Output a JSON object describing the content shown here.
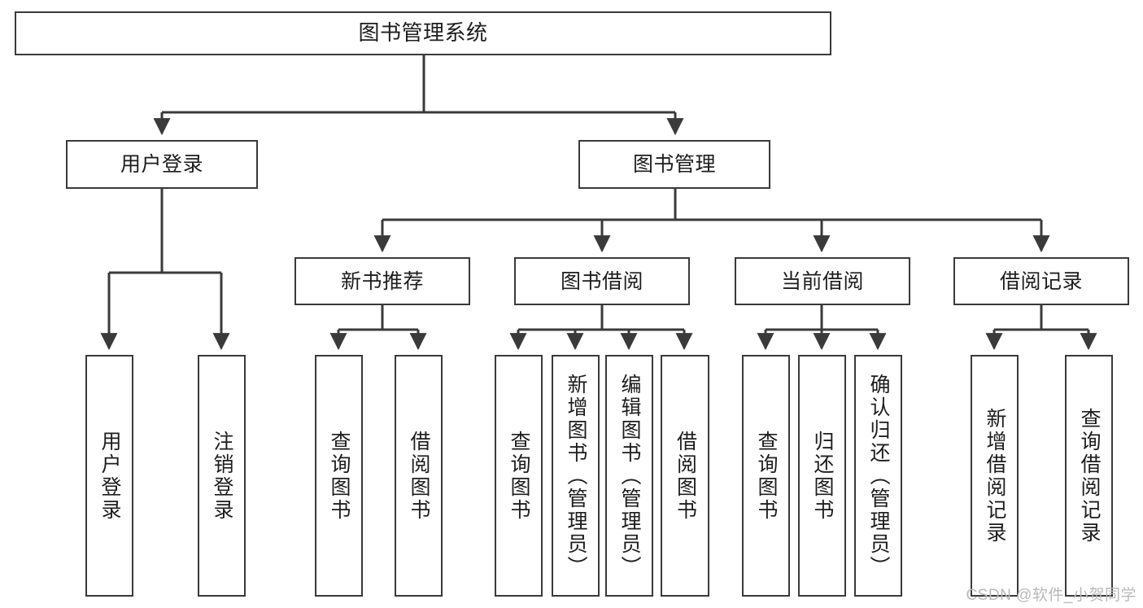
{
  "diagram": {
    "title": "图书管理系统",
    "type": "hierarchy-tree",
    "line_color": "#3a3a3a",
    "box_fill": "#ffffff",
    "text_color": "#1d1d1d"
  },
  "watermark": {
    "text": "CSDN @软件_小贺同学",
    "color": "#b9b9b9"
  },
  "nodes": {
    "root": {
      "label": "图书管理系统"
    },
    "level2": [
      {
        "label": "用户登录"
      },
      {
        "label": "图书管理"
      }
    ],
    "level3": [
      {
        "label": "新书推荐"
      },
      {
        "label": "图书借阅"
      },
      {
        "label": "当前借阅"
      },
      {
        "label": "借阅记录"
      }
    ],
    "leaves": {
      "user_login": [
        {
          "label": "用户登录"
        },
        {
          "label": "注销登录"
        }
      ],
      "new_book_recommend": [
        {
          "label": "查询图书"
        },
        {
          "label": "借阅图书"
        }
      ],
      "book_borrow": [
        {
          "label": "查询图书"
        },
        {
          "label": "新增图书（管理员）"
        },
        {
          "label": "编辑图书（管理员）"
        },
        {
          "label": "借阅图书"
        }
      ],
      "current_borrow": [
        {
          "label": "查询图书"
        },
        {
          "label": "归还图书"
        },
        {
          "label": "确认归还（管理员）"
        }
      ],
      "borrow_record": [
        {
          "label": "新增借阅记录"
        },
        {
          "label": "查询借阅记录"
        }
      ]
    }
  }
}
